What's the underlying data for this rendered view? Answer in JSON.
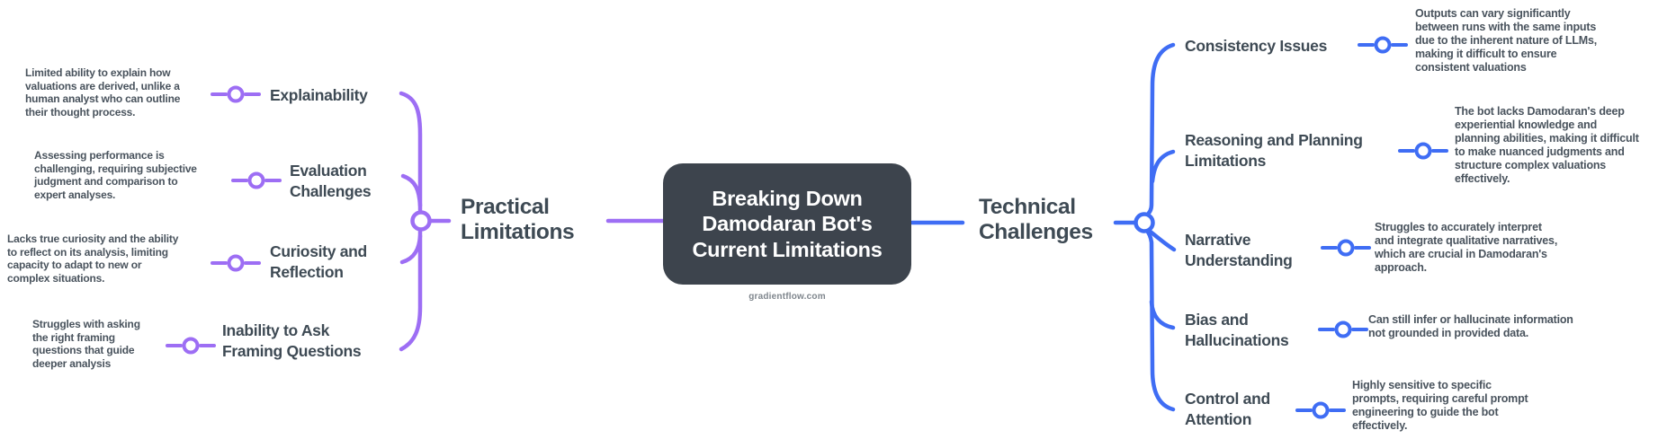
{
  "center": {
    "title": "Breaking Down\nDamodaran Bot's\nCurrent Limitations",
    "watermark": "gradientflow.com",
    "bg_color": "#3d444d",
    "text_color": "#ffffff"
  },
  "left_branch": {
    "label": "Practical\nLimitations",
    "color": "#9d6ef4",
    "items": [
      {
        "label": "Explainability",
        "description": "Limited ability to explain how\nvaluations are derived, unlike a\nhuman analyst who can outline\ntheir thought process."
      },
      {
        "label": "Evaluation\nChallenges",
        "description": "Assessing performance is\nchallenging, requiring subjective\njudgment and comparison to\nexpert analyses."
      },
      {
        "label": "Curiosity and\nReflection",
        "description": "Lacks true curiosity and the ability\nto reflect on its analysis, limiting\ncapacity to adapt to new or\ncomplex situations."
      },
      {
        "label": "Inability to Ask\nFraming Questions",
        "description": "Struggles with asking\nthe right framing\nquestions that guide\ndeeper analysis"
      }
    ]
  },
  "right_branch": {
    "label": "Technical\nChallenges",
    "color": "#3f6df4",
    "items": [
      {
        "label": "Consistency Issues",
        "description": "Outputs can vary significantly\nbetween runs with the same inputs\ndue to the inherent nature of LLMs,\nmaking it difficult to ensure\nconsistent valuations"
      },
      {
        "label": "Reasoning and Planning\nLimitations",
        "description": "The bot lacks Damodaran's deep\nexperiential knowledge and\nplanning abilities, making it difficult\nto make nuanced judgments and\nstructure complex valuations\neffectively."
      },
      {
        "label": "Narrative\nUnderstanding",
        "description": "Struggles to accurately interpret\nand integrate qualitative narratives,\nwhich are crucial in Damodaran's\napproach."
      },
      {
        "label": "Bias and\nHallucinations",
        "description": "Can still infer or hallucinate information\nnot grounded in provided data."
      },
      {
        "label": "Control and\nAttention",
        "description": "Highly sensitive to specific\nprompts, requiring careful prompt\nengineering to guide the bot\neffectively."
      }
    ]
  }
}
